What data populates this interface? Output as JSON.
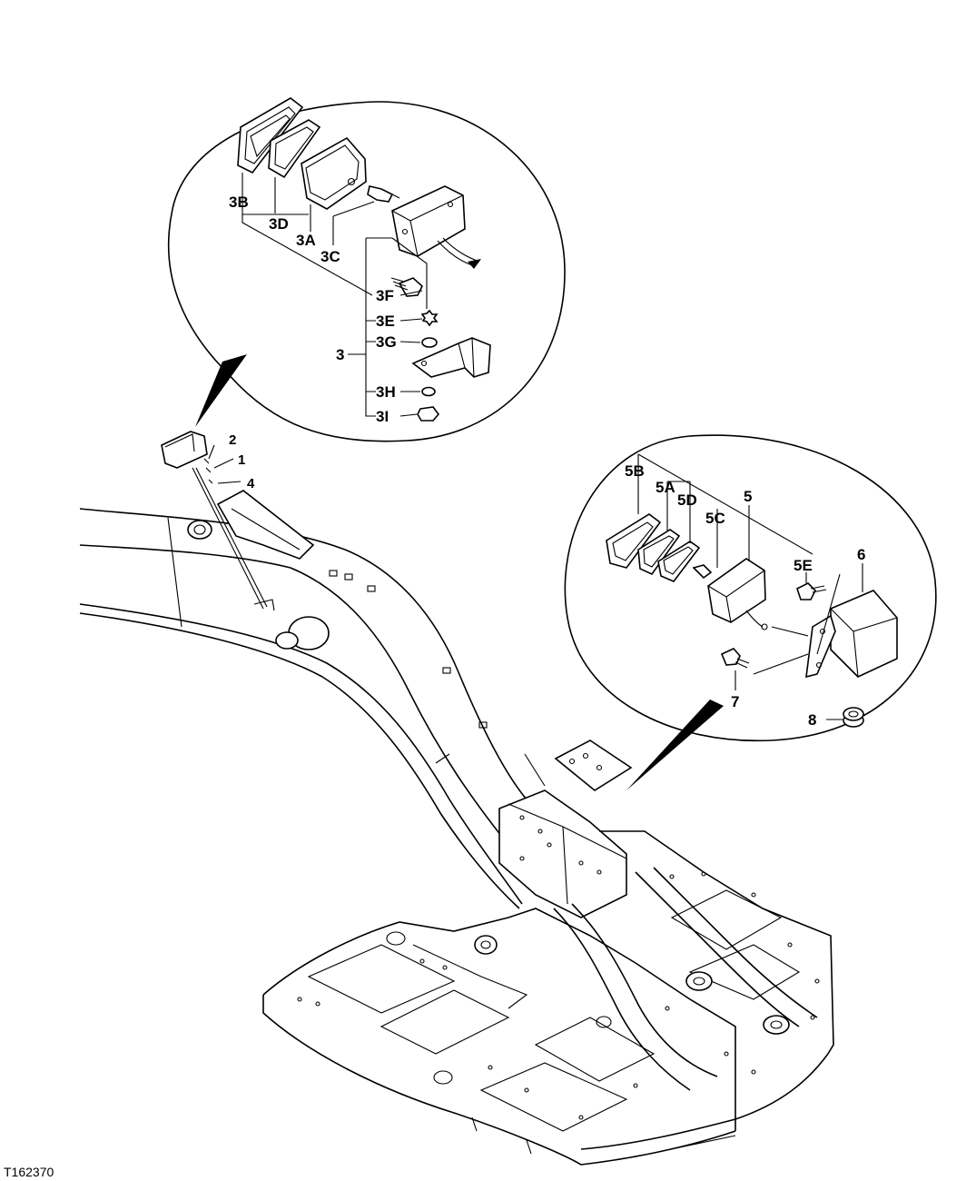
{
  "figure": {
    "id_label": "T162370"
  },
  "callouts_top": {
    "labels": [
      "3B",
      "3D",
      "3A",
      "3C",
      "3F",
      "3E",
      "3G",
      "3",
      "3H",
      "3I"
    ]
  },
  "callouts_right": {
    "labels": [
      "5B",
      "5A",
      "5D",
      "5C",
      "5",
      "5E",
      "6",
      "7",
      "8"
    ]
  },
  "callouts_main": {
    "labels": [
      "2",
      "1",
      "4"
    ]
  },
  "colors": {
    "ink": "#000000",
    "paper": "#ffffff"
  }
}
